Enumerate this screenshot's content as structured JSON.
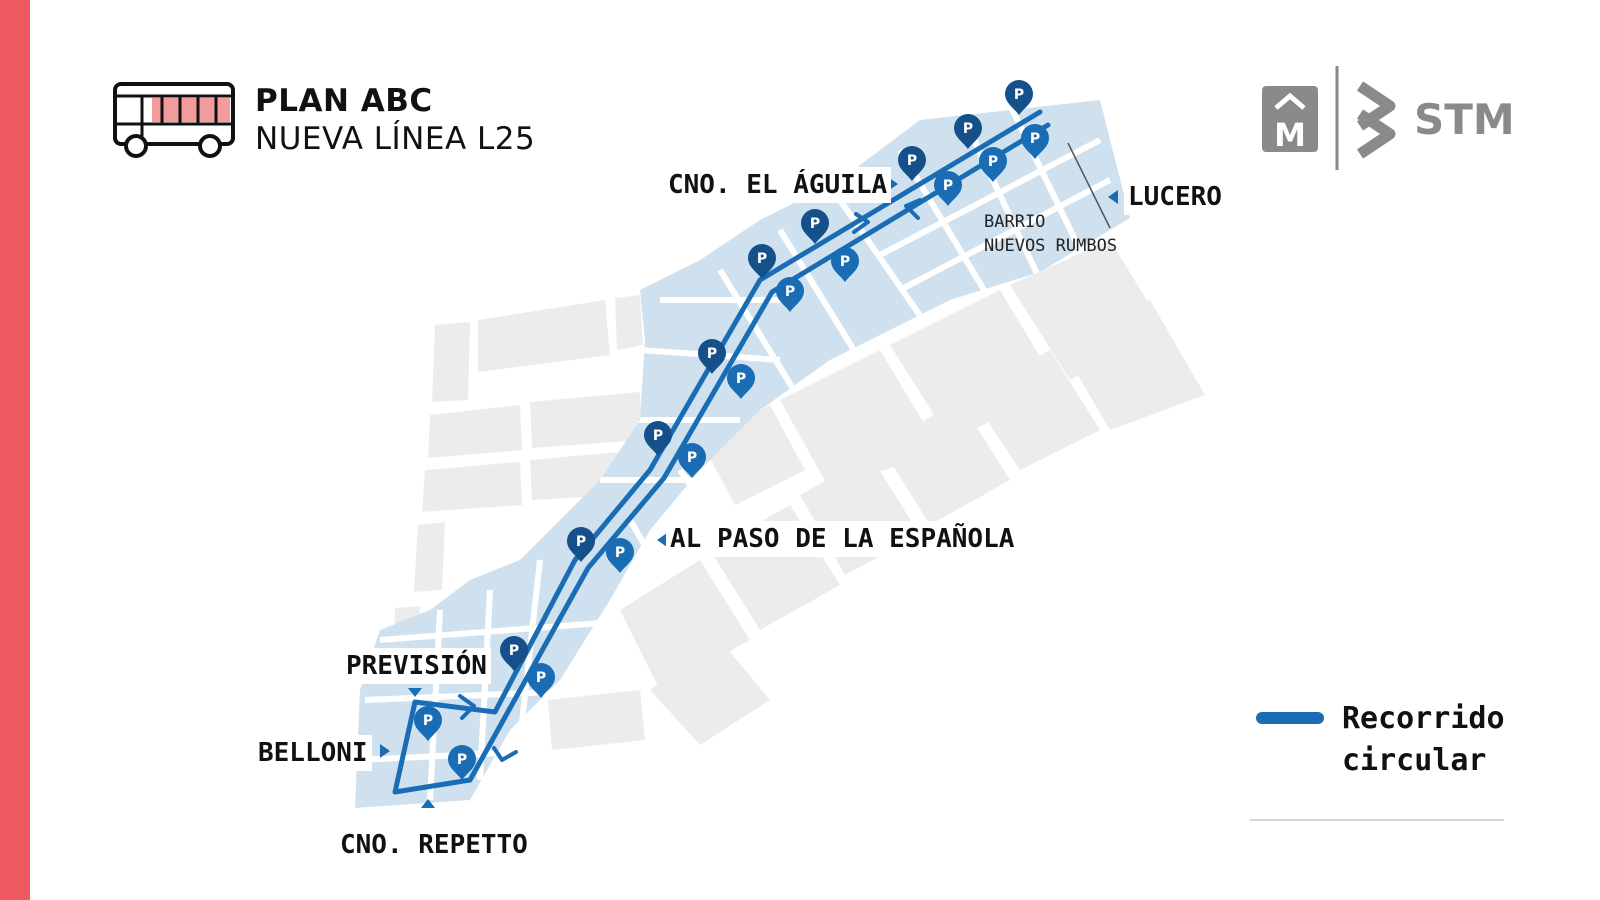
{
  "header": {
    "plan_title": "PLAN ABC",
    "line_title": "NUEVA LÍNEA L25",
    "icon": "bus-icon"
  },
  "logos": {
    "montevideo_logo_text": "M",
    "stm_label": "STM"
  },
  "stops": {
    "cno_el_aguila": "CNO. EL ÁGUILA",
    "lucero": "LUCERO",
    "al_paso_de_la_espanola": "AL PASO DE LA ESPAÑOLA",
    "prevision": "PREVISIÓN",
    "belloni": "BELLONI",
    "cno_repetto": "CNO. REPETTO"
  },
  "neighborhood": {
    "line1": "BARRIO",
    "line2": "NUEVOS RUMBOS"
  },
  "parking_marker_label": "P",
  "legend": {
    "route_label": "Recorrido circular"
  },
  "colors": {
    "accent_red": "#ee5a5f",
    "route_blue": "#1a6db5",
    "marker_navy": "#15508a",
    "marker_blue": "#1a6db5",
    "area_light_blue": "#cfe1ef",
    "block_gray": "#ececec",
    "logo_gray": "#8a8a8a",
    "bus_pink": "#f39c9c"
  }
}
